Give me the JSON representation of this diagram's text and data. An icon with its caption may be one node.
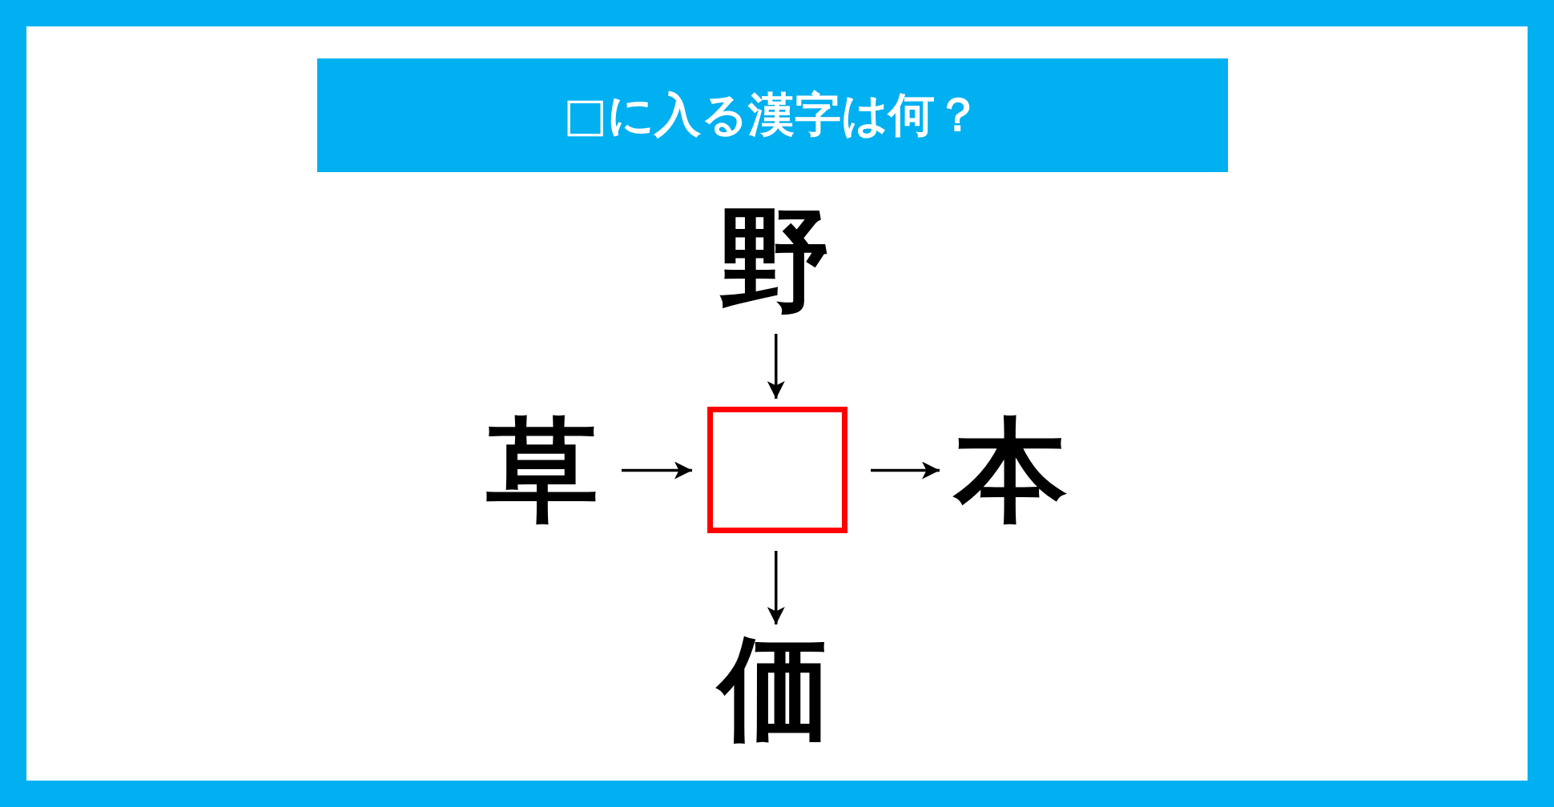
{
  "diagram": {
    "title": "□に入る漢字は何？",
    "nodes": [
      {
        "text": [
          "野"
        ]
      },
      {
        "text": [
          "草"
        ]
      },
      {
        "text": [],
        "shape": "box"
      },
      {
        "text": [
          "本"
        ]
      },
      {
        "text": [
          "価"
        ]
      }
    ],
    "edges": [
      {
        "from": 0,
        "to": 2,
        "arrow": "to"
      },
      {
        "from": 1,
        "to": 2,
        "arrow": "to"
      },
      {
        "from": 2,
        "to": 3,
        "arrow": "to"
      },
      {
        "from": 2,
        "to": 4,
        "arrow": "to"
      }
    ]
  }
}
